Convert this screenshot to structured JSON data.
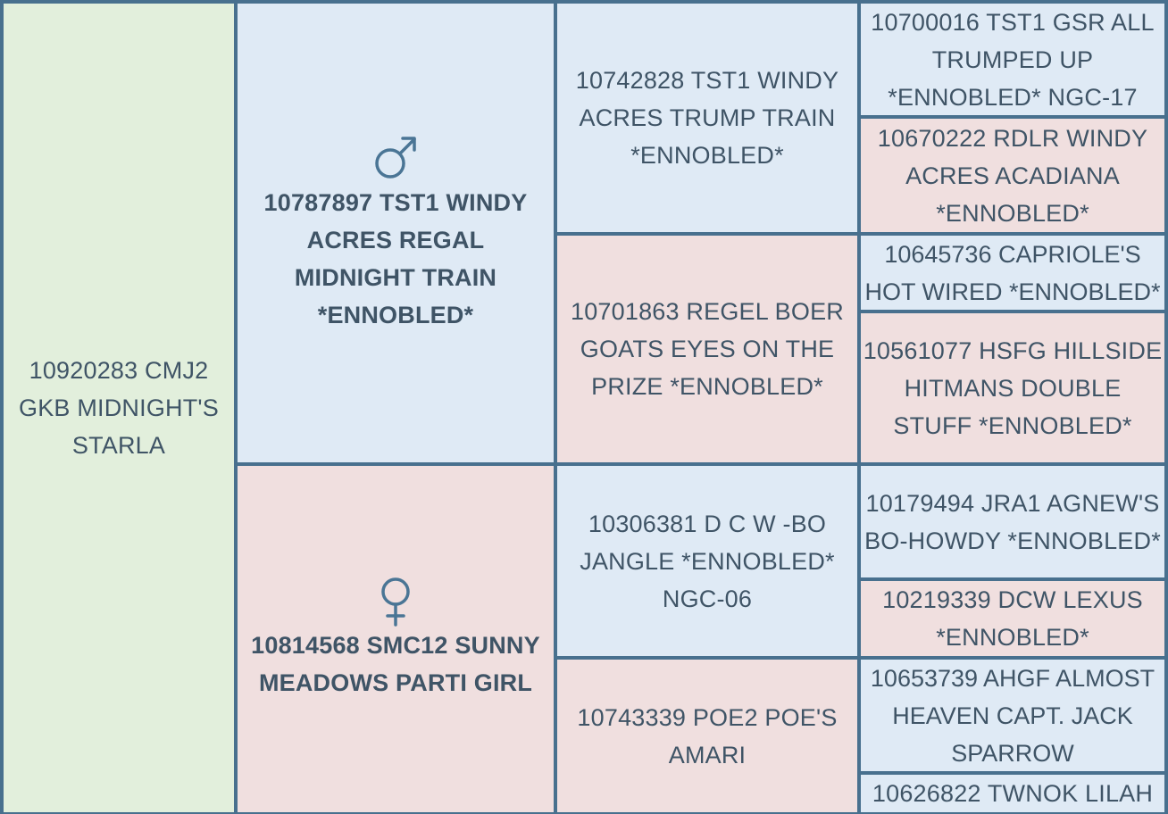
{
  "subject": {
    "name": "10920283 CMJ2 GKB MIDNIGHT'S STARLA"
  },
  "sire": {
    "symbol": "male-symbol-icon",
    "name": "10787897 TST1 WINDY ACRES REGAL MIDNIGHT TRAIN *ENNOBLED*"
  },
  "dam": {
    "symbol": "female-symbol-icon",
    "name": "10814568 SMC12 SUNNY MEADOWS PARTI GIRL"
  },
  "grandparents": {
    "sire_sire": "10742828 TST1 WINDY ACRES TRUMP TRAIN *ENNOBLED*",
    "sire_dam": "10701863 REGEL BOER GOATS EYES ON THE PRIZE *ENNOBLED*",
    "dam_sire": "10306381 D C W -BO JANGLE *ENNOBLED* NGC-06",
    "dam_dam": "10743339 POE2 POE'S AMARI"
  },
  "great_grandparents": {
    "g1": "10700016 TST1 GSR ALL TRUMPED UP *ENNOBLED* NGC-17",
    "g2": "10670222 RDLR WINDY ACRES ACADIANA *ENNOBLED*",
    "g3": "10645736 CAPRIOLE'S HOT WIRED *ENNOBLED*",
    "g4": "10561077 HSFG HILLSIDE HITMANS DOUBLE STUFF *ENNOBLED*",
    "g5": "10179494 JRA1 AGNEW'S BO-HOWDY *ENNOBLED*",
    "g6": "10219339 DCW LEXUS *ENNOBLED*",
    "g7": "10653739 AHGF ALMOST HEAVEN CAPT. JACK SPARROW",
    "g8": "10626822 TWNOK LILAH"
  },
  "colors": {
    "border": "#48708e",
    "subject_bg": "#e2efdc",
    "male_bg": "#dfeaf5",
    "female_bg": "#f0dfdf",
    "symbol": "#4a7595"
  }
}
